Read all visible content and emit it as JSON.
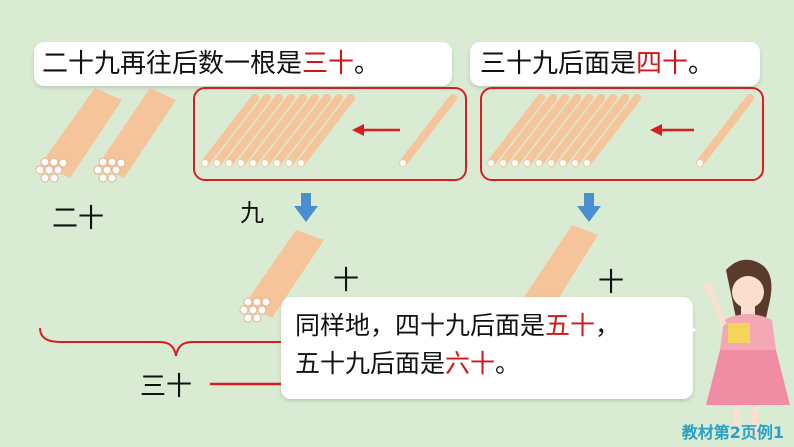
{
  "bubble1": {
    "pre": "二十九再往后数一根是",
    "red": "三十",
    "post": "。"
  },
  "bubble2": {
    "pre": "三十九后面是",
    "red": "四十",
    "post": "。"
  },
  "labels": {
    "ershi": "二十",
    "jiu": "九",
    "shi_left": "十",
    "shi_right": "十",
    "sanshi": "三十"
  },
  "speech": {
    "line1_pre": "同样地，四十九后面是",
    "line1_red": "五十",
    "line1_post": "，",
    "line2_pre": "五十九后面是",
    "line2_red": "六十",
    "line2_post": "。"
  },
  "footer": "教材第2页例1",
  "colors": {
    "background": "#d9ecd3",
    "accent_red": "#d0161a",
    "stick": "#f6c49b",
    "arrow_blue": "#4a90d0"
  }
}
